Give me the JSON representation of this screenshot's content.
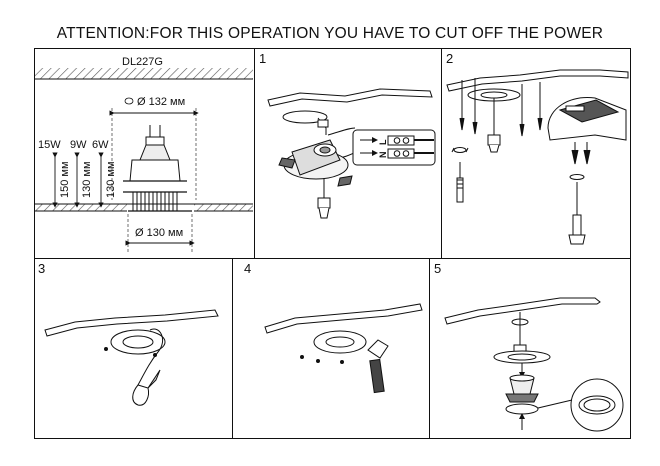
{
  "header": {
    "warning": "ATTENTION:FOR THIS OPERATION YOU HAVE TO CUT OFF THE POWER"
  },
  "panel0": {
    "model": "DL227G",
    "cutout_label": "Ø 132 мм",
    "watts": [
      "15W",
      "9W",
      "6W"
    ],
    "height_labels": [
      "150 мм",
      "130 мм",
      "130 мм"
    ],
    "diameter_label": "Ø 130 мм"
  },
  "panel1": {
    "number": "1",
    "terminals": [
      "L",
      "N"
    ]
  },
  "panel2": {
    "number": "2"
  },
  "panel3": {
    "number": "3"
  },
  "panel4": {
    "number": "4"
  },
  "panel5": {
    "number": "5"
  }
}
